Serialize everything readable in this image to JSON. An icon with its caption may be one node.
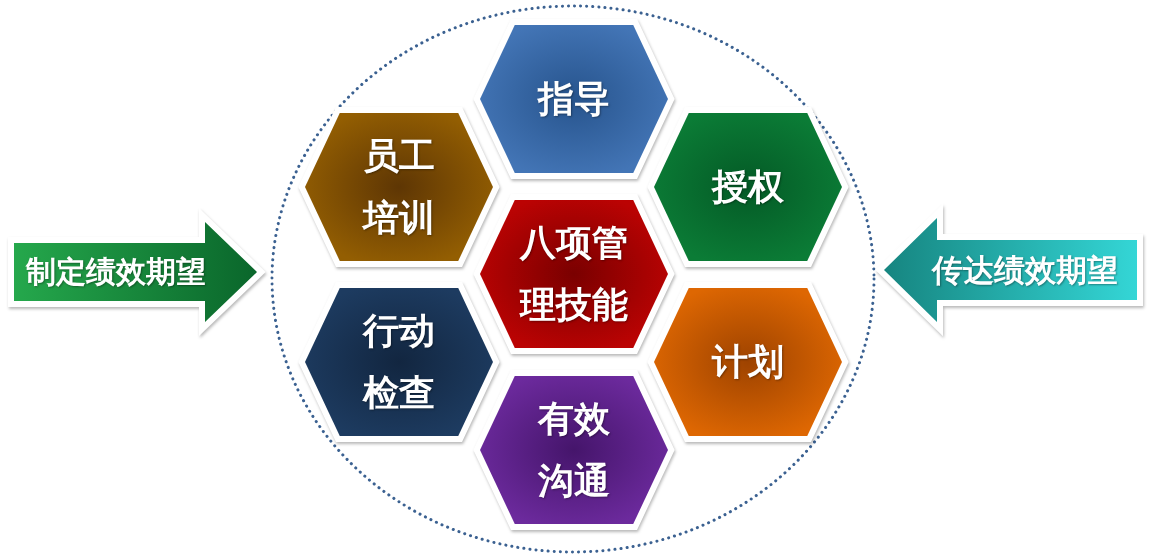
{
  "diagram": {
    "nodes": [
      {
        "text": [
          "制定绩效期望"
        ]
      },
      {
        "text": [],
        "shape": "circle"
      },
      {
        "text": [
          "指导"
        ],
        "in": 1
      },
      {
        "text": [
          "员工培训"
        ],
        "in": 1
      },
      {
        "text": [
          "授权"
        ],
        "in": 1
      },
      {
        "text": [
          "八项管理技能"
        ],
        "in": 1
      },
      {
        "text": [
          "行动检查"
        ],
        "in": 1
      },
      {
        "text": [
          "计划"
        ],
        "in": 1
      },
      {
        "text": [
          "有效沟通"
        ],
        "in": 1
      },
      {
        "text": [
          "传达绩效期望"
        ]
      }
    ]
  }
}
